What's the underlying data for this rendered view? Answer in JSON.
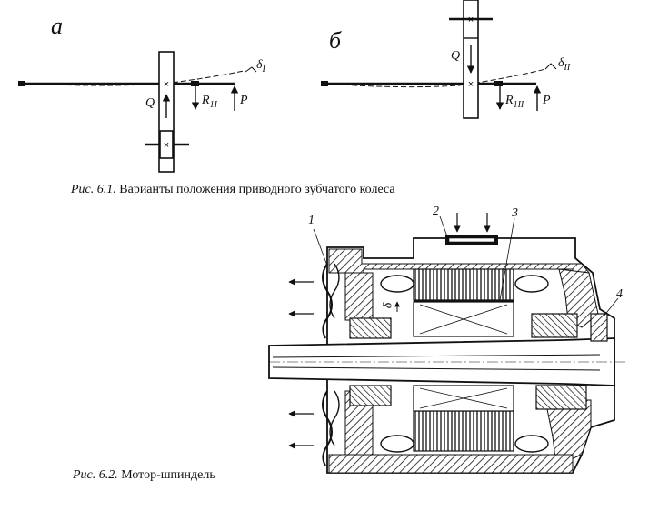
{
  "fig61": {
    "panel_a": {
      "letter": "а",
      "q_label": "Q",
      "r_label": "R",
      "r_sub": "1I",
      "p_label": "P",
      "delta_label": "δ",
      "delta_sub": "I"
    },
    "panel_b": {
      "letter": "б",
      "q_label": "Q",
      "r_label": "R",
      "r_sub": "1II",
      "p_label": "P",
      "delta_label": "δ",
      "delta_sub": "II"
    },
    "caption_num": "Рис. 6.1.",
    "caption_text": " Варианты положения приводного зубчатого колеса"
  },
  "fig62": {
    "callout_1": "1",
    "callout_2": "2",
    "callout_3": "3",
    "callout_4": "4",
    "gap_label": "δ",
    "caption_num": "Рис. 6.2.",
    "caption_text": " Мотор-шпиндель"
  }
}
